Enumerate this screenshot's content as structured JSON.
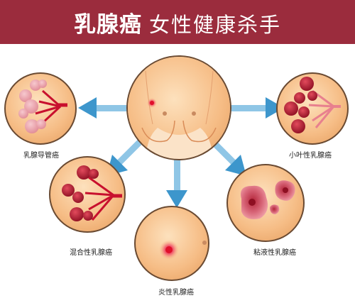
{
  "header": {
    "title_main": "乳腺癌",
    "title_sub": "女性健康杀手"
  },
  "types": {
    "ductal": "乳腺导管癌",
    "lobular": "小叶性乳腺癌",
    "mixed": "混合性乳腺癌",
    "inflammatory": "炎性乳腺癌",
    "mucinous": "粘液性乳腺癌"
  },
  "colors": {
    "banner": "#9b2c3d",
    "arrow": "#5aa9d6",
    "skin": "#f7c08c",
    "tumor": "#c8102e"
  }
}
